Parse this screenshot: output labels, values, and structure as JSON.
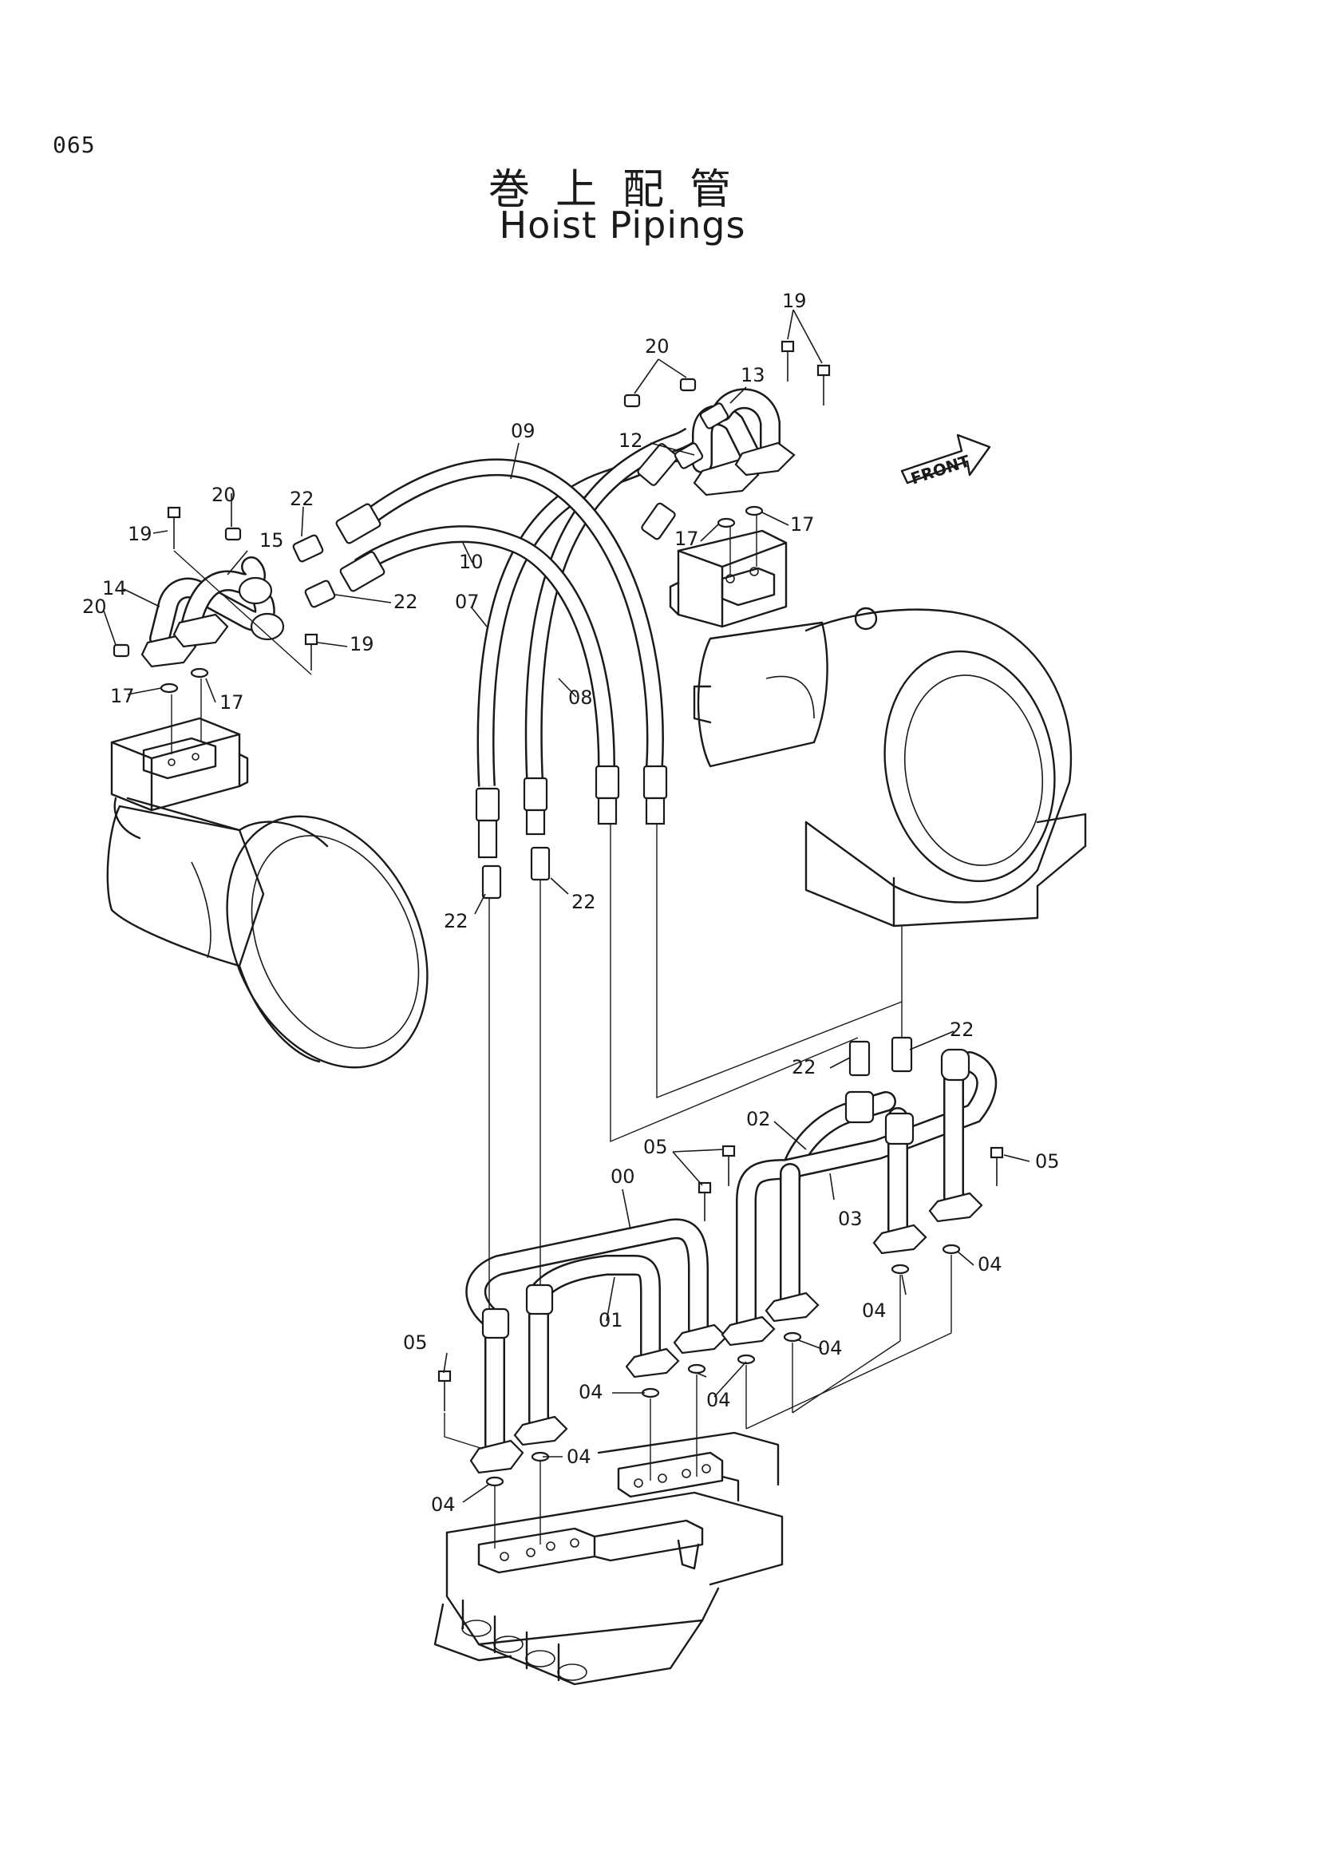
{
  "page_number": "065",
  "title_jp": "巻上配管",
  "title_en": "Hoist Pipings",
  "front_marker": "FRONT",
  "callouts": [
    {
      "id": "c19a",
      "text": "19"
    },
    {
      "id": "c20a",
      "text": "20"
    },
    {
      "id": "c13",
      "text": "13"
    },
    {
      "id": "c09",
      "text": "09"
    },
    {
      "id": "c12",
      "text": "12"
    },
    {
      "id": "c20b",
      "text": "20"
    },
    {
      "id": "c22a",
      "text": "22"
    },
    {
      "id": "c19b",
      "text": "19"
    },
    {
      "id": "c15",
      "text": "15"
    },
    {
      "id": "c14",
      "text": "14"
    },
    {
      "id": "c10",
      "text": "10"
    },
    {
      "id": "c22b",
      "text": "22"
    },
    {
      "id": "c07",
      "text": "07"
    },
    {
      "id": "c20c",
      "text": "20"
    },
    {
      "id": "c19c",
      "text": "19"
    },
    {
      "id": "c17a",
      "text": "17"
    },
    {
      "id": "c17b",
      "text": "17"
    },
    {
      "id": "c17c",
      "text": "17"
    },
    {
      "id": "c17d",
      "text": "17"
    },
    {
      "id": "c08",
      "text": "08"
    },
    {
      "id": "c22c",
      "text": "22"
    },
    {
      "id": "c22d",
      "text": "22"
    },
    {
      "id": "c22e",
      "text": "22"
    },
    {
      "id": "c22f",
      "text": "22"
    },
    {
      "id": "c02",
      "text": "02"
    },
    {
      "id": "c05a",
      "text": "05"
    },
    {
      "id": "c05b",
      "text": "05"
    },
    {
      "id": "c00",
      "text": "00"
    },
    {
      "id": "c03",
      "text": "03"
    },
    {
      "id": "c04a",
      "text": "04"
    },
    {
      "id": "c01",
      "text": "01"
    },
    {
      "id": "c04b",
      "text": "04"
    },
    {
      "id": "c04c",
      "text": "04"
    },
    {
      "id": "c05c",
      "text": "05"
    },
    {
      "id": "c04d",
      "text": "04"
    },
    {
      "id": "c04e",
      "text": "04"
    },
    {
      "id": "c04f",
      "text": "04"
    },
    {
      "id": "c04g",
      "text": "04"
    }
  ]
}
